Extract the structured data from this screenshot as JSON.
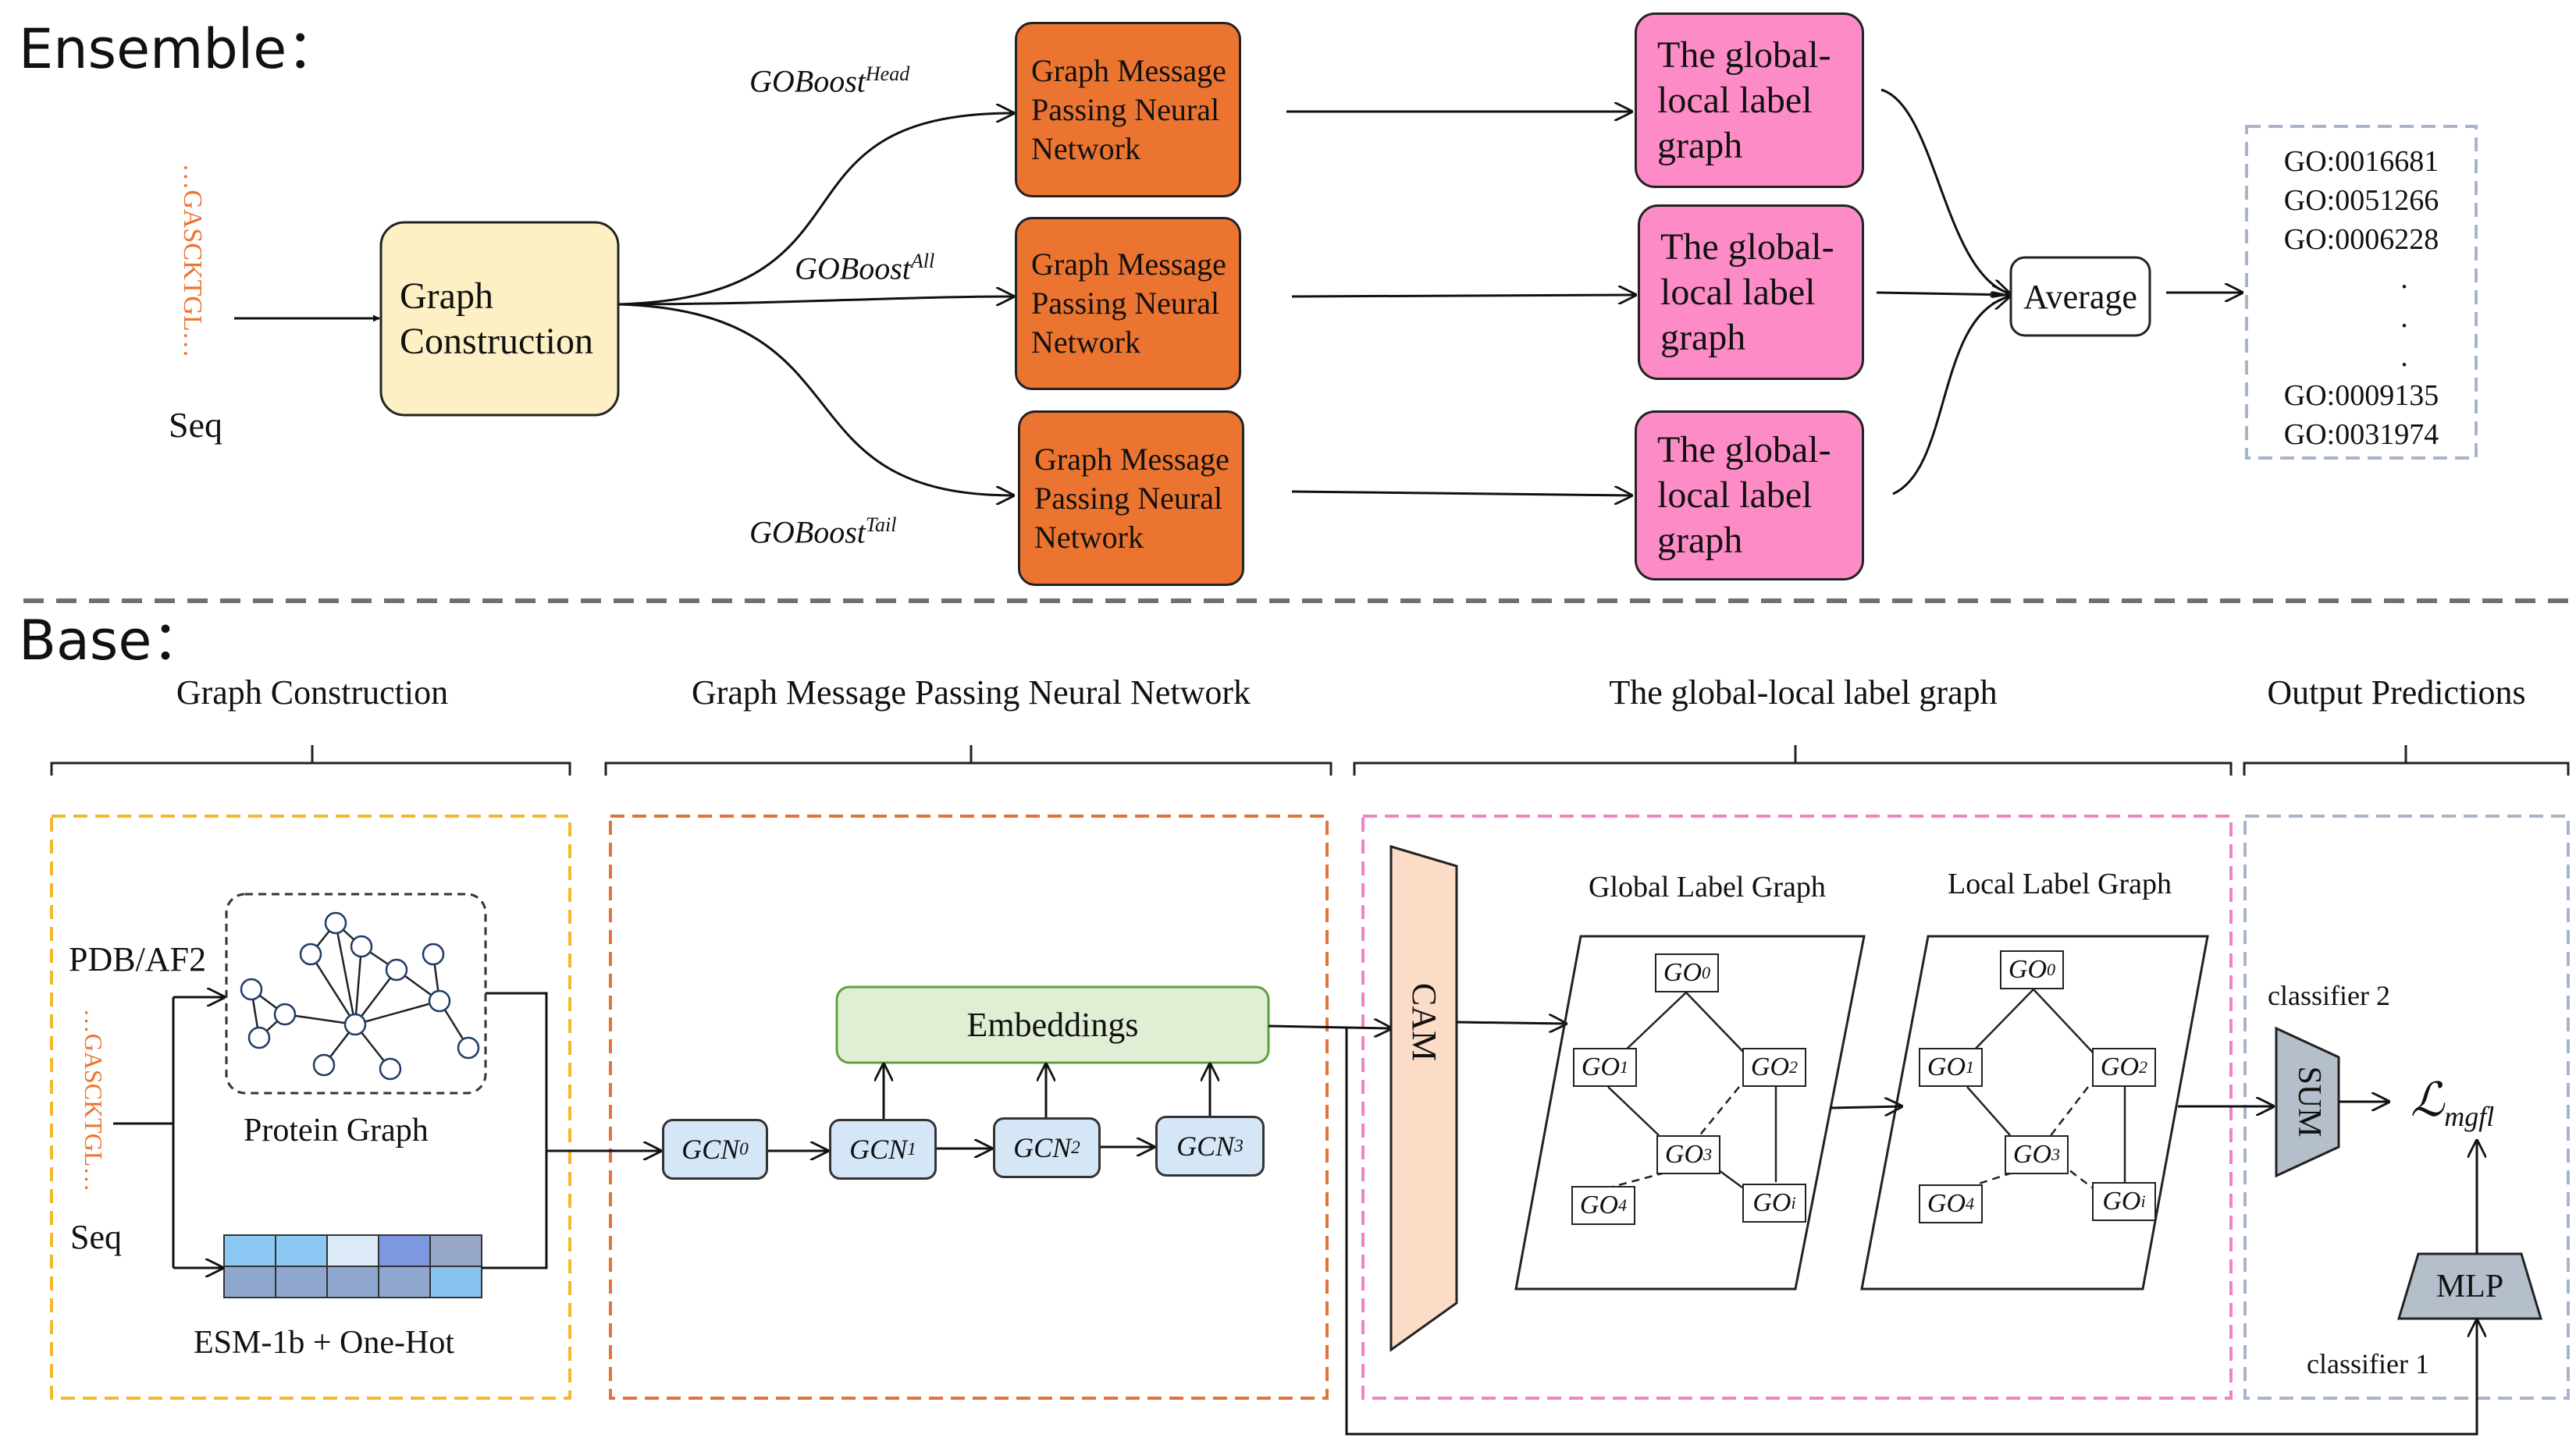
{
  "ensemble": {
    "heading": "Ensemble：",
    "input_seq_fragment": "…GASCKTGL…",
    "input_seq_label": "Seq",
    "graph_construction_lines": [
      "Graph",
      "Construction"
    ],
    "branch_labels": [
      {
        "base": "GOBoost",
        "sup": "Head"
      },
      {
        "base": "GOBoost",
        "sup": "All"
      },
      {
        "base": "GOBoost",
        "sup": "Tail"
      }
    ],
    "gmpnn_lines": [
      "Graph Message",
      "Passing Neural",
      "Network"
    ],
    "gll_lines": [
      "The global-",
      "local label",
      "graph"
    ],
    "average_label": "Average",
    "go_terms": [
      "GO:0016681",
      "GO:0051266",
      "GO:0006228",
      ".",
      ".",
      ".",
      "GO:0009135",
      "GO:0031974"
    ]
  },
  "base": {
    "heading": "Base：",
    "section_titles": [
      "Graph Construction",
      "Graph Message Passing Neural Network",
      "The global-local label graph",
      "Output Predictions"
    ],
    "pdb_label": "PDB/AF2",
    "protein_graph_label": "Protein Graph",
    "seq_fragment": "…GASCKTGL…",
    "seq_label": "Seq",
    "esm_label": "ESM-1b + One-Hot",
    "embeddings_label": "Embeddings",
    "gcn_base": "GCN",
    "gcn_subs": [
      "0",
      "1",
      "2",
      "3"
    ],
    "cam_label": "CAM",
    "global_label_graph": "Global Label Graph",
    "local_label_graph": "Local Label Graph",
    "go_base": "GO",
    "go_subs": [
      "0",
      "1",
      "2",
      "3",
      "4",
      "i"
    ],
    "classifier2_label": "classifier 2",
    "classifier1_label": "classifier 1",
    "sum_label": "SUM",
    "mlp_label": "MLP",
    "loss_symbol": "ℒ",
    "loss_sub": "mgfl"
  },
  "colors": {
    "gmpnn_fill": "#ec7431",
    "gll_fill": "#fd8bc6",
    "graph_construction_fill": "#fdf0c4",
    "gcn_fill": "#d5e6f7",
    "embeddings_fill": "#e0efd3",
    "cam_fill": "#fbdcc7",
    "sum_mlp_fill": "#b5bfcb",
    "sequence_text": "#ec7431",
    "border_graph_construction": "#f5b82a",
    "border_gmpnn": "#e0743a",
    "border_label_graph": "#f183c4",
    "border_output": "#a6b5cc"
  }
}
